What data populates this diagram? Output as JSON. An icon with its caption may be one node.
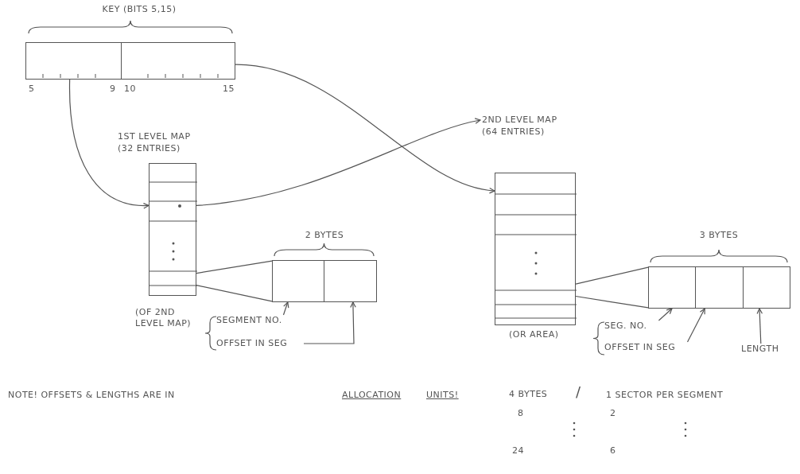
{
  "diagram": {
    "nodes": [
      {
        "text": [
          "KEY (BITS 5,15)"
        ]
      },
      {
        "text": [],
        "shape": "box",
        "in": 0
      },
      {
        "text": [],
        "shape": "box",
        "in": 0
      },
      {
        "text": [
          "1ST LEVEL MAP (32 ENTRIES)"
        ]
      },
      {
        "text": [
          "2ND LEVEL MAP (64 ENTRIES)"
        ]
      },
      {
        "text": [
          "2 BYTES"
        ]
      },
      {
        "text": [],
        "shape": "box",
        "in": 5
      },
      {
        "text": [],
        "shape": "box",
        "in": 5
      },
      {
        "text": [
          "3 BYTES"
        ]
      },
      {
        "text": [],
        "shape": "box",
        "in": 8
      },
      {
        "text": [],
        "shape": "box",
        "in": 8
      },
      {
        "text": [],
        "shape": "box",
        "in": 8
      },
      {
        "text": [
          "SEGMENT NO."
        ]
      },
      {
        "text": [
          "OFFSET IN SEG"
        ]
      },
      {
        "text": [
          "SEG. NO."
        ]
      },
      {
        "text": [
          "OFFSET IN SEG"
        ]
      },
      {
        "text": [
          "LENGTH"
        ]
      }
    ],
    "edges": [
      {
        "from": 1,
        "to": 3,
        "arrow": "to"
      },
      {
        "from": 2,
        "to": 4,
        "arrow": "to"
      },
      {
        "from": 3,
        "to": 4,
        "arrow": "to"
      },
      {
        "from": 3,
        "to": 5,
        "arrow": "none"
      },
      {
        "from": 3,
        "to": 5,
        "arrow": "none"
      },
      {
        "from": 4,
        "to": 8,
        "arrow": "none"
      },
      {
        "from": 4,
        "to": 8,
        "arrow": "none"
      },
      {
        "from": 12,
        "to": 6,
        "arrow": "to"
      },
      {
        "from": 13,
        "to": 7,
        "arrow": "to"
      },
      {
        "from": 14,
        "to": 9,
        "arrow": "to"
      },
      {
        "from": 15,
        "to": 10,
        "arrow": "to"
      },
      {
        "from": 16,
        "to": 11,
        "arrow": "to"
      }
    ],
    "labels": [
      "5",
      "9",
      "10",
      "15",
      "(OF 2ND LEVEL MAP)",
      "(OR AREA)",
      "NOTE! OFFSETS & LENGTHS ARE IN",
      "ALLOCATION",
      "UNITS!",
      "4 BYTES",
      "/",
      "1 SECTOR PER SEGMENT",
      "8",
      "2",
      "24",
      "6"
    ]
  }
}
